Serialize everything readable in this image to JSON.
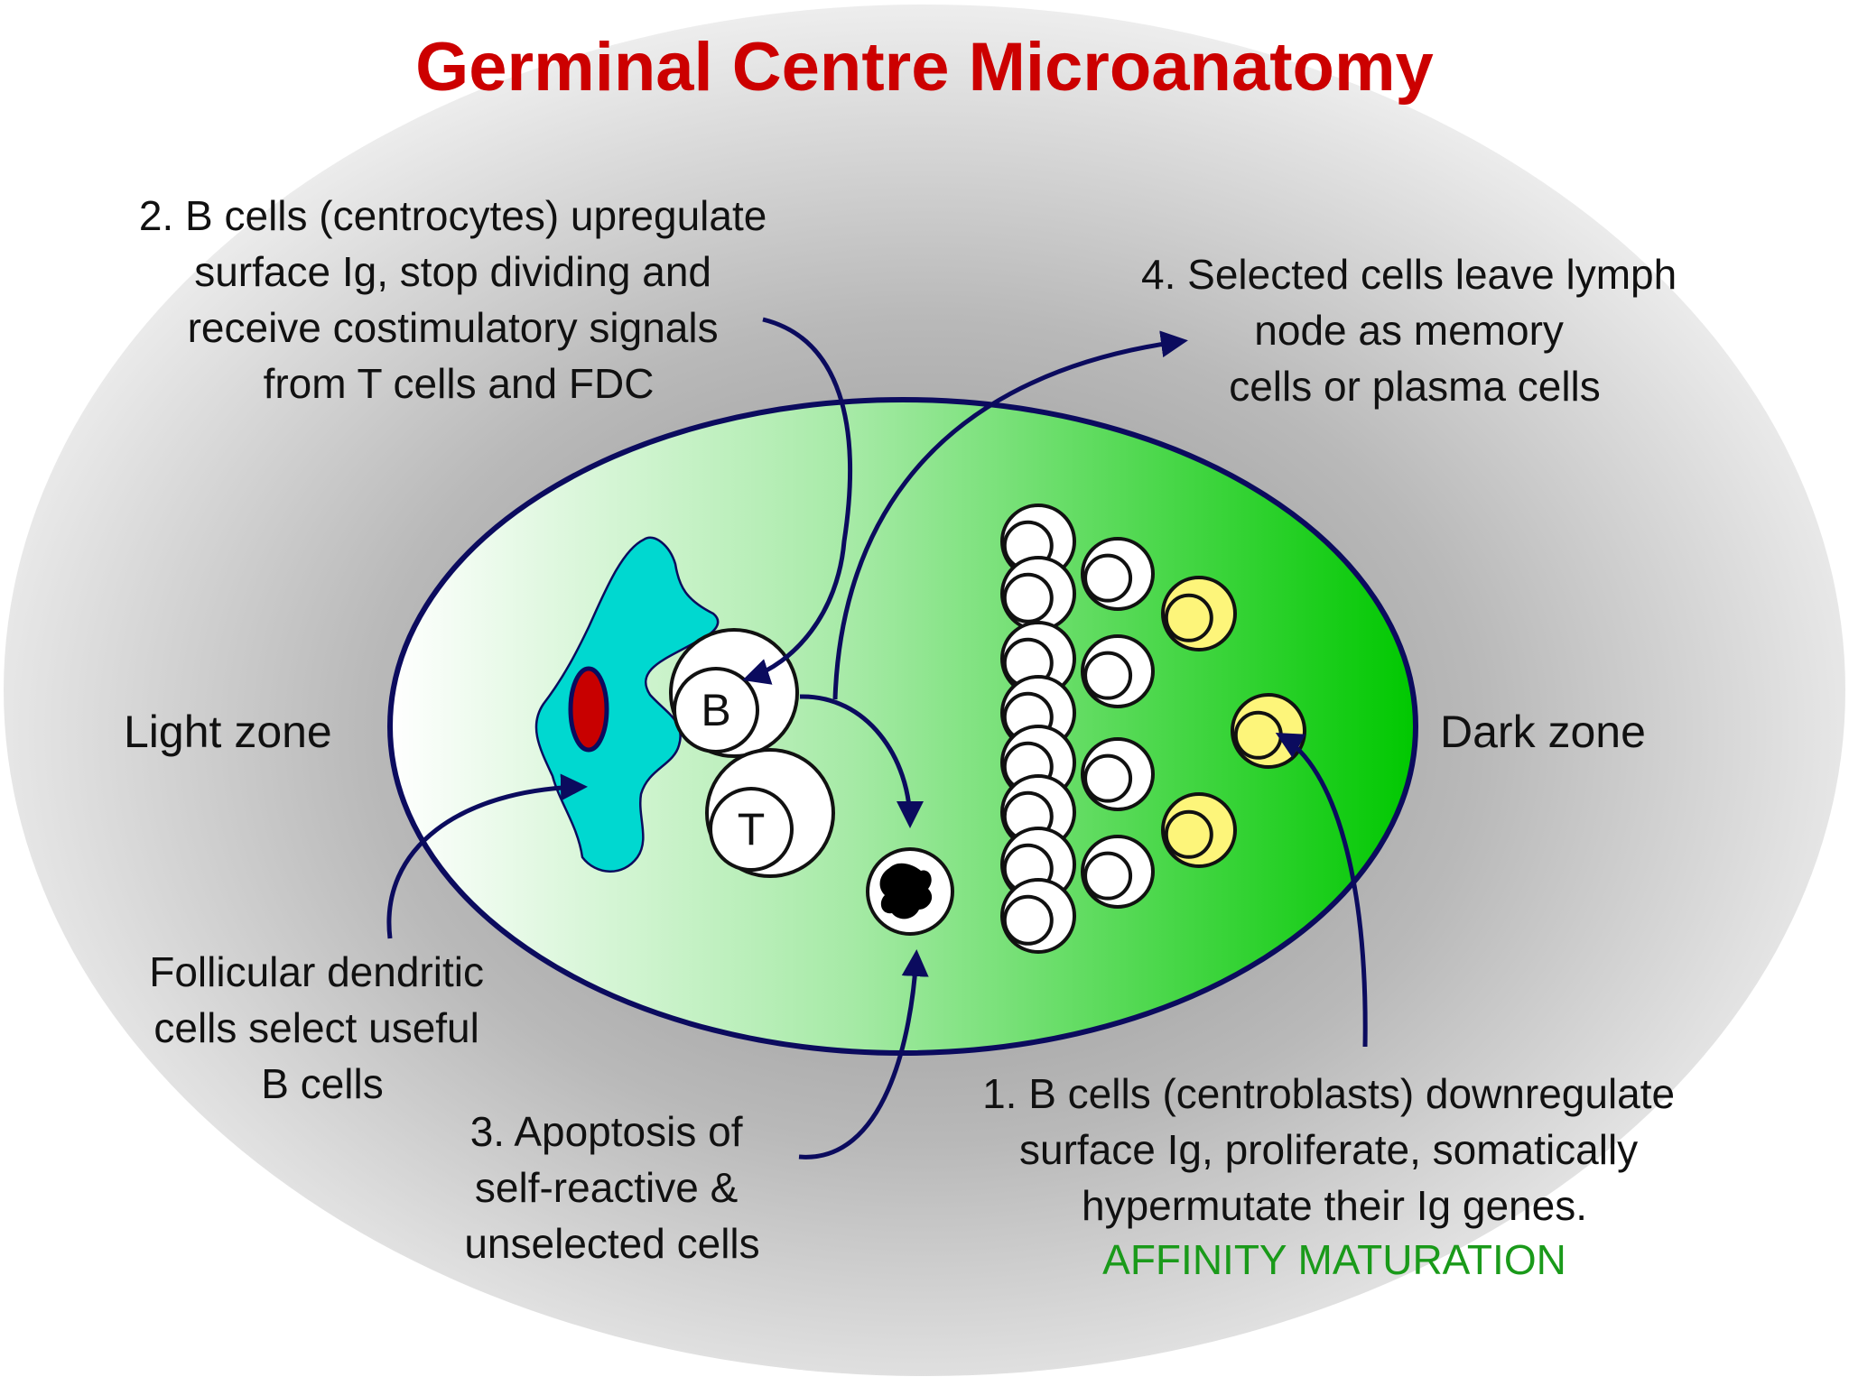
{
  "title": "Germinal Centre Microanatomy",
  "zones": {
    "light": "Light zone",
    "dark": "Dark zone"
  },
  "cells": {
    "b_letter": "B",
    "t_letter": "T"
  },
  "annotations": {
    "step2": [
      "2. B cells (centrocytes) upregulate",
      "surface Ig, stop dividing and",
      "receive costimulatory signals",
      "from T cells and FDC"
    ],
    "step4": [
      "4. Selected cells leave lymph",
      "node as memory",
      "cells or plasma cells"
    ],
    "fdc": [
      "Follicular dendritic",
      "cells select useful",
      "B cells"
    ],
    "step3": [
      "3. Apoptosis of",
      "self-reactive &",
      "unselected cells"
    ],
    "step1": [
      "1. B cells (centroblasts) downregulate",
      "surface Ig, proliferate, somatically",
      "hypermutate their Ig genes."
    ],
    "affinity": "AFFINITY MATURATION"
  },
  "colors": {
    "title": "#cc0000",
    "affinity": "#1a9a1a",
    "outline": "#0b0b5e",
    "fdc": "#00d8d0",
    "fdc_nucleus": "#c80000",
    "green_zone": "#00cc00",
    "yellow_cell": "#fdf57a"
  }
}
